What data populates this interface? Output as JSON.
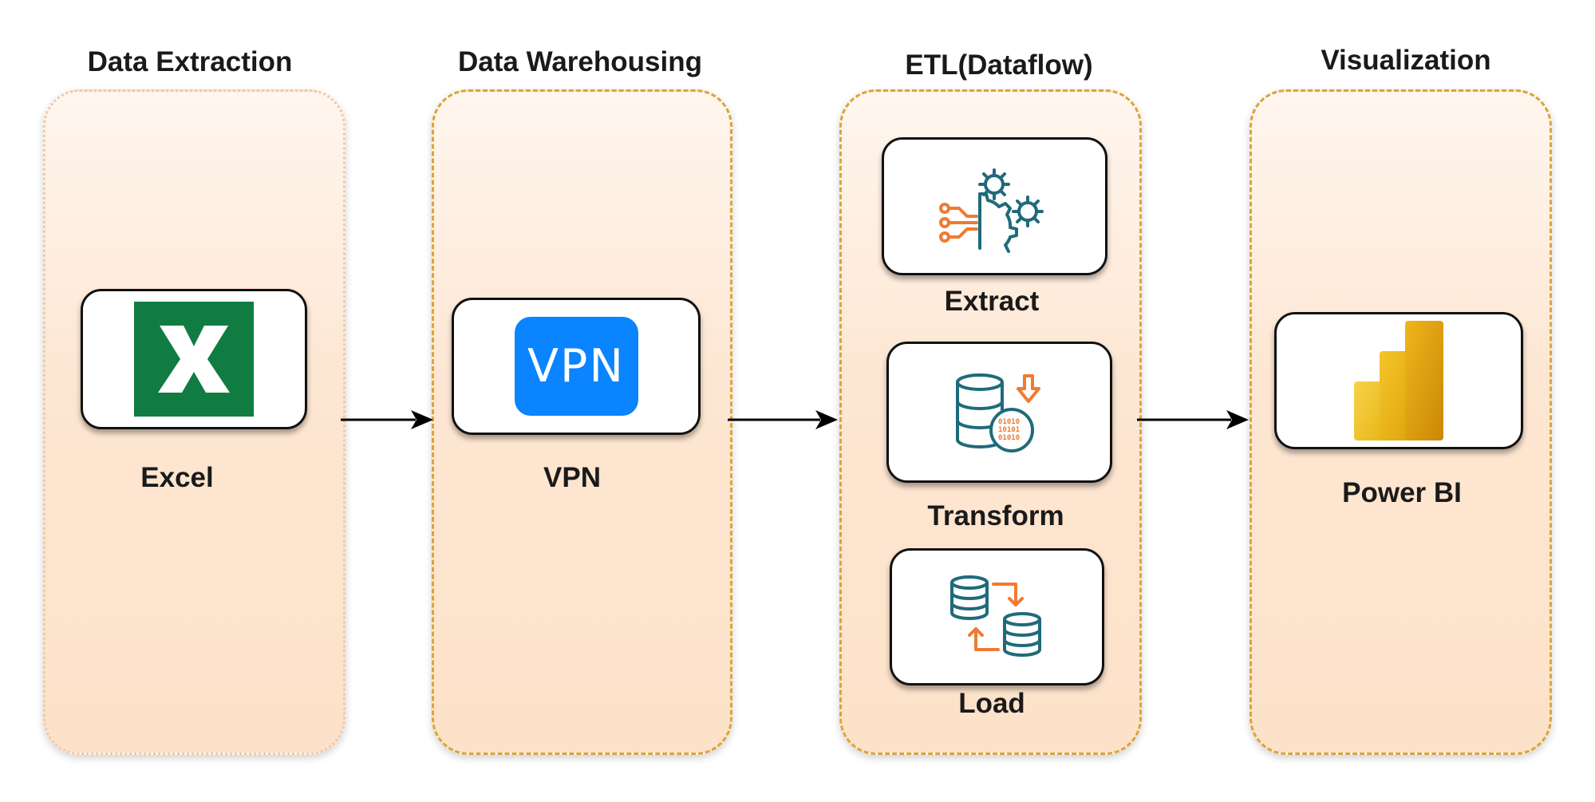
{
  "columns": {
    "extraction": {
      "title": "Data Extraction",
      "item_label": "Excel",
      "icon": "excel-icon"
    },
    "warehousing": {
      "title": "Data Warehousing",
      "item_label": "VPN",
      "badge_text": "VPN",
      "icon": "vpn-icon"
    },
    "etl": {
      "title": "ETL(Dataflow)",
      "steps": [
        {
          "label": "Extract",
          "icon": "gears-icon"
        },
        {
          "label": "Transform",
          "icon": "database-binary-icon"
        },
        {
          "label": "Load",
          "icon": "database-sync-icon"
        }
      ]
    },
    "visualization": {
      "title": "Visualization",
      "item_label": "Power BI",
      "icon": "powerbi-icon"
    }
  },
  "colors": {
    "lane_fill": "#fde6d2",
    "excel_green": "#107c41",
    "vpn_blue": "#0a84ff",
    "etl_orange": "#f07b2f",
    "etl_teal": "#1f6b7a",
    "powerbi_gold": "#f2c811"
  }
}
